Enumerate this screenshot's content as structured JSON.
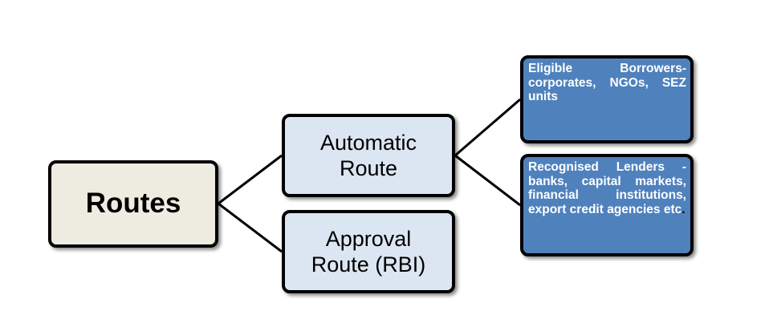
{
  "diagram": {
    "root": {
      "label": "Routes"
    },
    "automatic": {
      "line1": "Automatic",
      "line2": "Route"
    },
    "approval": {
      "line1": "Approval",
      "line2": "Route (RBI)"
    },
    "eligible_borrowers": {
      "text": "Eligible Borrowers- corporates, NGOs, SEZ units"
    },
    "recognised_lenders": {
      "text": "Recognised Lenders - banks, capital markets, financial institutions, export credit agencies etc",
      "trailing_period": "."
    }
  },
  "colors": {
    "root_fill": "#eeece1",
    "mid_fill": "#dce6f2",
    "leaf_fill": "#4f81bd",
    "leaf_text": "#ffffff",
    "border": "#000000"
  }
}
